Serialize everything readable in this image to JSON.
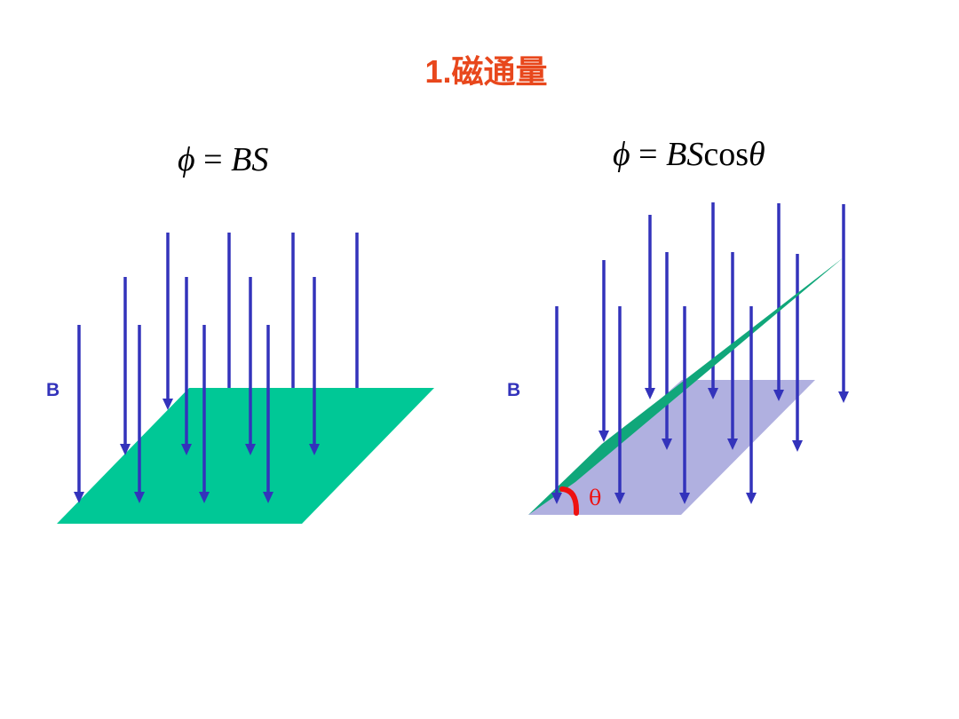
{
  "title": "1.磁通量",
  "formulas": {
    "left": {
      "lhs": "ϕ",
      "eq": " = ",
      "rhs": "BS"
    },
    "right": {
      "lhs": "ϕ",
      "eq": " = ",
      "rhs": "BS",
      "trig": "cos",
      "angle": "θ"
    }
  },
  "labels": {
    "field_left": "B",
    "field_right": "B",
    "angle": "θ"
  },
  "colors": {
    "title": "#e8471c",
    "field_arrows": "#3333bb",
    "surface": "#00c896",
    "tilted_surface": "#10a77a",
    "projected_surface": "#b0b0e0",
    "angle_mark": "#ee1111"
  }
}
